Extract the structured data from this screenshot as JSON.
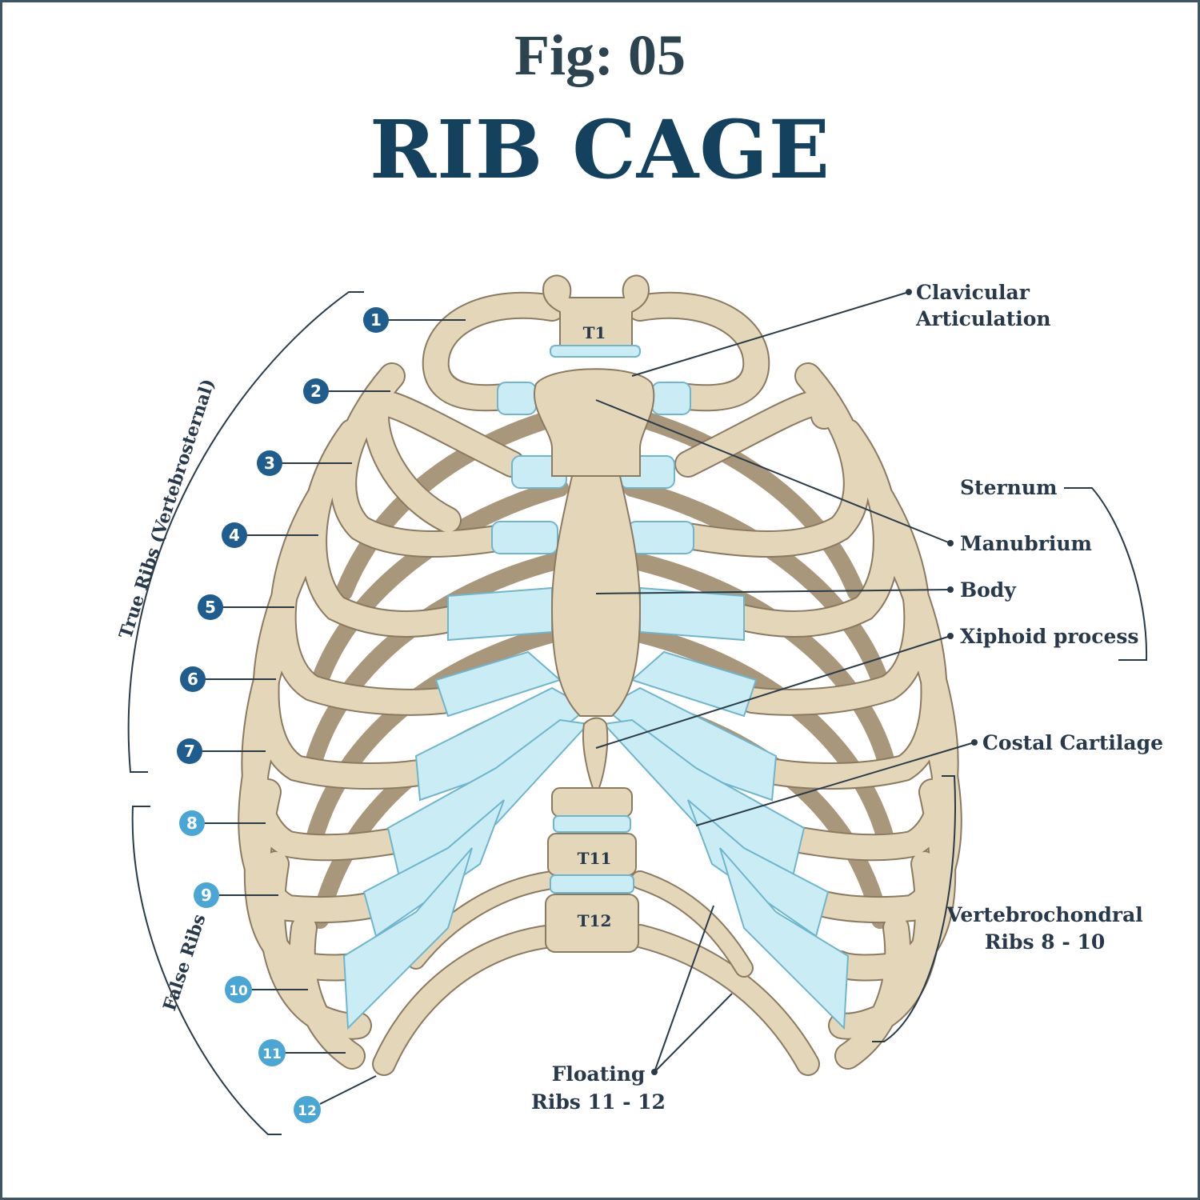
{
  "header": {
    "fig_label": "Fig: 05",
    "title": "RIB CAGE"
  },
  "vertebrae": {
    "t1": "T1",
    "t11": "T11",
    "t12": "T12"
  },
  "rib_numbers": [
    "1",
    "2",
    "3",
    "4",
    "5",
    "6",
    "7",
    "8",
    "9",
    "10",
    "11",
    "12"
  ],
  "groups": {
    "true_ribs": "True Ribs (Vertebrosternal)",
    "false_ribs": "False Ribs"
  },
  "labels": {
    "clavicular_1": "Clavicular",
    "clavicular_2": "Articulation",
    "sternum": "Sternum",
    "manubrium": "Manubrium",
    "body": "Body",
    "xiphoid": "Xiphoid process",
    "costal": "Costal Cartilage",
    "vertebrochondral_1": "Vertebrochondral",
    "vertebrochondral_2": "Ribs 8 - 10",
    "floating_1": "Floating",
    "floating_2": "Ribs 11 - 12"
  },
  "colors": {
    "bone": "#e4d6b9",
    "bone_outline": "#8a7a62",
    "cartilage": "#c9ecf5",
    "cartilage_outline": "#6fb5cc",
    "true_rib_badge": "#1f5d8f",
    "false_rib_badge": "#4aa6d4",
    "leader": "#2a3b48"
  }
}
